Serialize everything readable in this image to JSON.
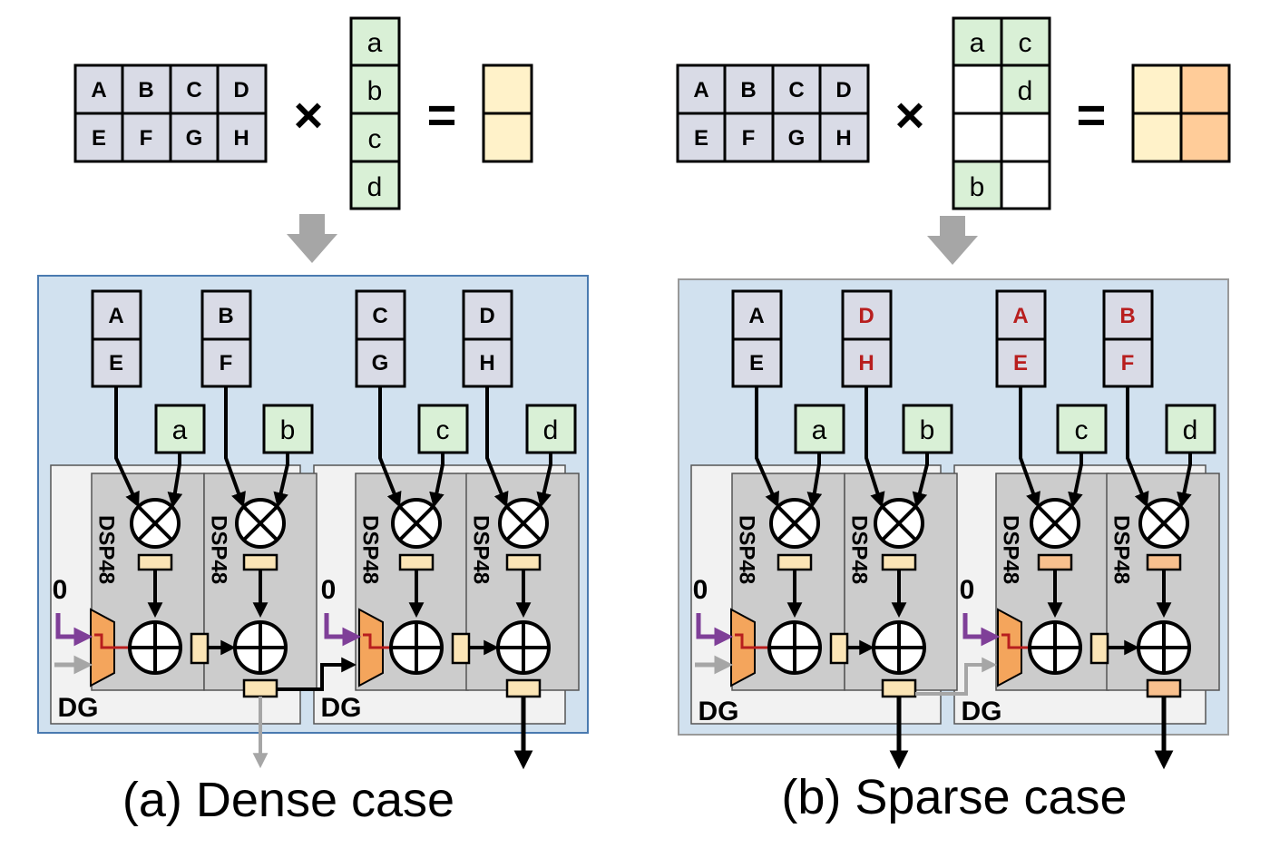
{
  "colors": {
    "matrix_fill": "#d9dbe6",
    "vector_fill": "#d9f0d6",
    "result_light": "#fff2c9",
    "result_orange": "#ffcc99",
    "panel_fill": "#d1e1ef",
    "panel_stroke": "#4a7ab0",
    "dg_fill": "#f2f2f2",
    "dsp_fill": "#cccccc",
    "mux_fill": "#f4a55c",
    "register_light": "#fbe5b6",
    "register_orange": "#f8c08e",
    "purple_arrow": "#7f3f98",
    "red_wire": "#b81e1e",
    "gray_arrow": "#a6a6a6",
    "highlight_text": "#b81e1e"
  },
  "dense": {
    "matrix": [
      [
        "A",
        "B",
        "C",
        "D"
      ],
      [
        "E",
        "F",
        "G",
        "H"
      ]
    ],
    "times": "×",
    "vector": [
      "a",
      "b",
      "c",
      "d"
    ],
    "equals": "=",
    "dsp_inputs": [
      {
        "top": "A",
        "bottom": "E",
        "vec": "a"
      },
      {
        "top": "B",
        "bottom": "F",
        "vec": "b"
      },
      {
        "top": "C",
        "bottom": "G",
        "vec": "c"
      },
      {
        "top": "D",
        "bottom": "H",
        "vec": "d"
      }
    ],
    "dsp_label": "DSP48",
    "dg_label": "DG",
    "zero_label": "0",
    "caption": "(a) Dense case"
  },
  "sparse": {
    "matrix": [
      [
        "A",
        "B",
        "C",
        "D"
      ],
      [
        "E",
        "F",
        "G",
        "H"
      ]
    ],
    "times": "×",
    "sparse_matrix": [
      [
        "a",
        "c"
      ],
      [
        "",
        "d"
      ],
      [
        "",
        ""
      ],
      [
        "b",
        ""
      ]
    ],
    "equals": "=",
    "dsp_inputs": [
      {
        "top": "A",
        "bottom": "E",
        "vec": "a",
        "highlight": false
      },
      {
        "top": "D",
        "bottom": "H",
        "vec": "b",
        "highlight": true
      },
      {
        "top": "A",
        "bottom": "E",
        "vec": "c",
        "highlight": true
      },
      {
        "top": "B",
        "bottom": "F",
        "vec": "d",
        "highlight": true
      }
    ],
    "dsp_label": "DSP48",
    "dg_label": "DG",
    "zero_label": "0",
    "caption": "(b) Sparse case"
  }
}
